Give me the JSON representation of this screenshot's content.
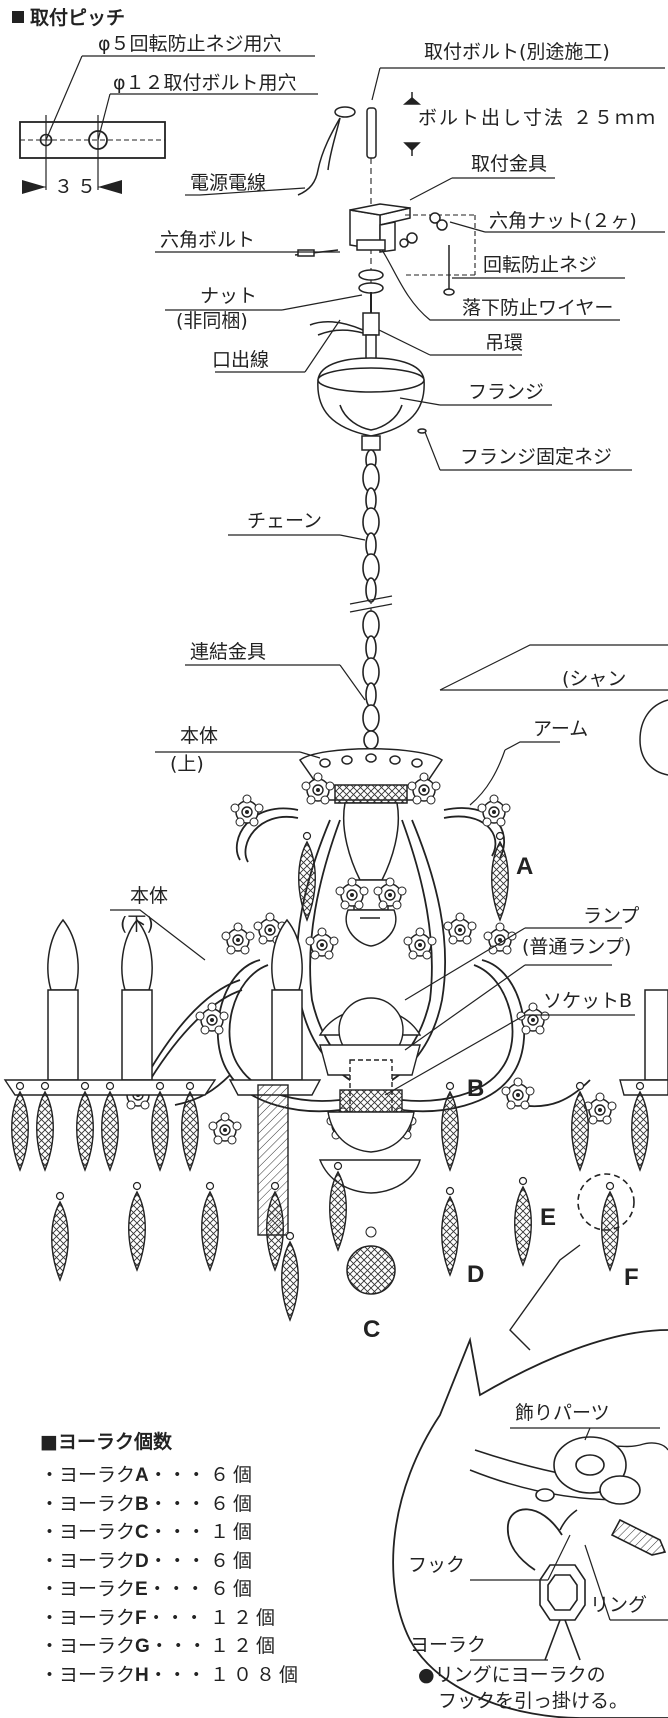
{
  "section_title": "取付ピッチ",
  "pitch": {
    "screw_hole": "φ５回転防止ネジ用穴",
    "bolt_hole": "φ１２取付ボルト用穴",
    "spacing": "３５"
  },
  "labels": {
    "mount_bolt": "取付ボルト(別途施工)",
    "bolt_exposure": "ボルト出し寸法 ２５ｍｍ",
    "power_wire": "電源電線",
    "mount_bracket": "取付金具",
    "hex_bolt": "六角ボルト",
    "hex_nut": "六角ナット(２ヶ)",
    "rotation_screw": "回転防止ネジ",
    "nut": "ナット",
    "nut_note": "(非同梱)",
    "fall_wire": "落下防止ワイヤー",
    "outlet_wire": "口出線",
    "hanging_ring": "吊環",
    "flange": "フランジ",
    "flange_screw": "フランジ固定ネジ",
    "chain": "チェーン",
    "connector": "連結金具",
    "shade_note": "(シャン",
    "body_upper": "本体",
    "body_upper_sub": "(上)",
    "arm": "アーム",
    "body_lower": "本体",
    "body_lower_sub": "(下)",
    "lamp": "ランプ",
    "lamp_sub": "(普通ランプ)",
    "socket": "ソケットB",
    "letter_a": "A",
    "letter_b": "B",
    "letter_c": "C",
    "letter_d": "D",
    "letter_e": "E",
    "letter_f": "F",
    "ornament": "飾りパーツ",
    "hook": "フック",
    "pendant": "ヨーラク",
    "ring": "リング",
    "ring_note_1": "●リングにヨーラクの",
    "ring_note_2": "フックを引っ掛ける。"
  },
  "counts": {
    "title": "■ヨーラク個数",
    "rows": [
      {
        "label_pre": "・ヨーラク",
        "letter": "A",
        "dots": "・・・",
        "value": "６個"
      },
      {
        "label_pre": "・ヨーラク",
        "letter": "B",
        "dots": "・・・",
        "value": "６個"
      },
      {
        "label_pre": "・ヨーラク",
        "letter": "C",
        "dots": "・・・",
        "value": "１個"
      },
      {
        "label_pre": "・ヨーラク",
        "letter": "D",
        "dots": "・・・",
        "value": "６個"
      },
      {
        "label_pre": "・ヨーラク",
        "letter": "E",
        "dots": "・・・",
        "value": "６個"
      },
      {
        "label_pre": "・ヨーラク",
        "letter": "F",
        "dots": "・・・",
        "value": "１２個"
      },
      {
        "label_pre": "・ヨーラク",
        "letter": "G",
        "dots": "・・・",
        "value": "１２個"
      },
      {
        "label_pre": "・ヨーラク",
        "letter": "H",
        "dots": "・・・",
        "value": "１０８個"
      }
    ]
  }
}
